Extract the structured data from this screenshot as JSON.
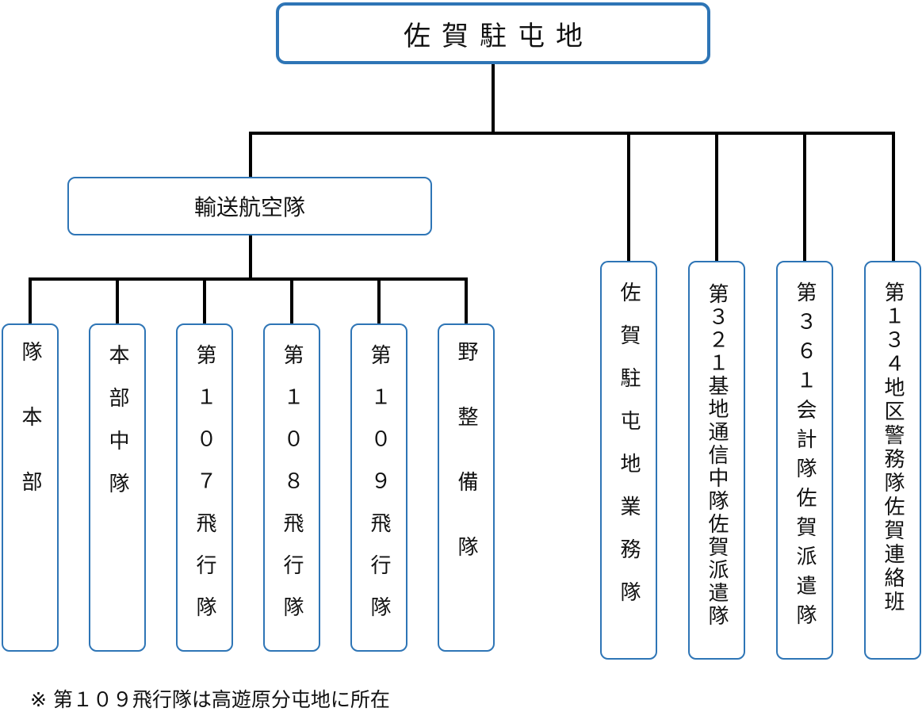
{
  "root": {
    "label": "佐賀駐屯地"
  },
  "branch": {
    "label": "輸送航空隊"
  },
  "branch_units": [
    {
      "id": "hq",
      "label": "隊本部"
    },
    {
      "id": "hq-company",
      "label": "本部中隊"
    },
    {
      "id": "107",
      "label": "第１０７飛行隊"
    },
    {
      "id": "108",
      "label": "第１０８飛行隊"
    },
    {
      "id": "109",
      "label": "第１０９飛行隊"
    },
    {
      "id": "maintenance",
      "label": "野整備隊"
    }
  ],
  "root_units": [
    {
      "id": "business",
      "label": "佐賀駐屯地業務隊"
    },
    {
      "id": "signal",
      "label": "第３２１基地通信中隊佐賀派遣隊"
    },
    {
      "id": "finance",
      "label": "第３６１会計隊佐賀派遣隊"
    },
    {
      "id": "police",
      "label": "第１３４地区警務隊佐賀連絡班"
    }
  ],
  "note": "※ 第１０９飛行隊は高遊原分屯地に所在",
  "colors": {
    "box_border": "#2e75b6",
    "line": "#000000",
    "text": "#111111"
  }
}
